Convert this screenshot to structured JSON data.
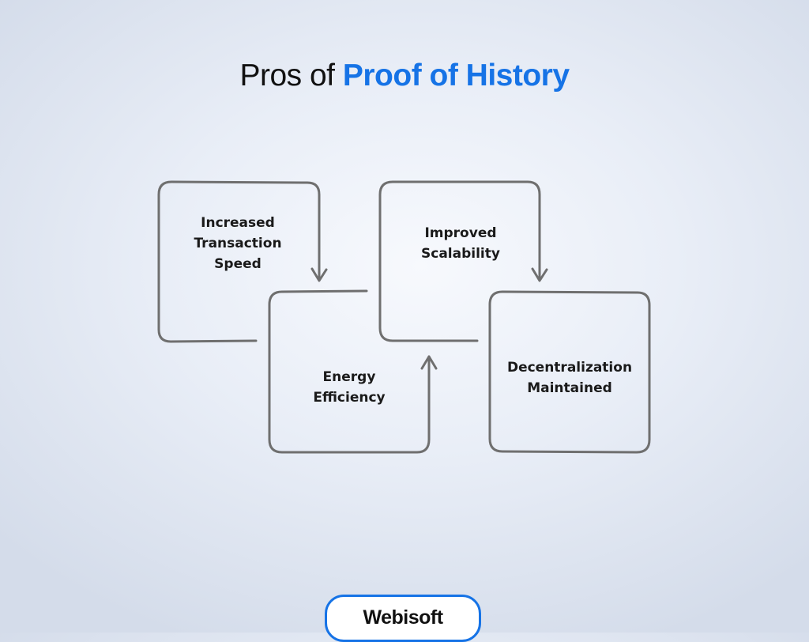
{
  "title": {
    "prefix": "Pros of ",
    "highlight": "Proof of History"
  },
  "steps": [
    {
      "label": "Increased\nTransaction\nSpeed"
    },
    {
      "label": "Energy\nEfficiency"
    },
    {
      "label": "Improved\nScalability"
    },
    {
      "label": "Decentralization\nMaintained"
    }
  ],
  "logo": {
    "text": "Webisoft"
  },
  "colors": {
    "accent": "#1673e6",
    "stroke": "#6f6f6f",
    "text": "#111111"
  }
}
